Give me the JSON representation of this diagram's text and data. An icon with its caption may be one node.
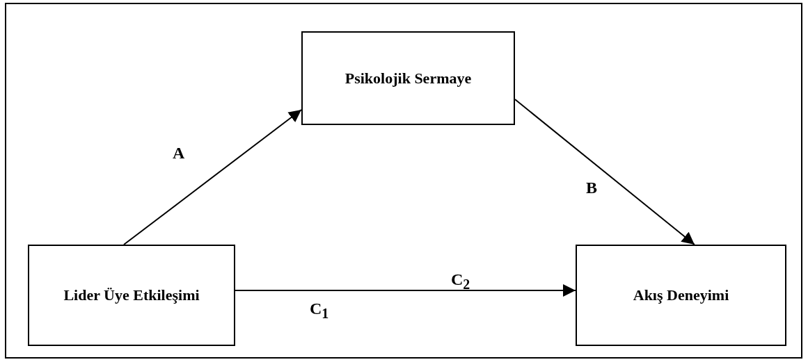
{
  "diagram": {
    "nodes": [
      {
        "text": [
          "Psikolojik Sermaye"
        ]
      },
      {
        "text": [
          "Lider Üye Etkileşimi"
        ]
      },
      {
        "text": [
          "Akış Deneyimi"
        ]
      }
    ],
    "edges": [
      {
        "from": 1,
        "to": 0,
        "arrow": "to",
        "label": "A"
      },
      {
        "from": 0,
        "to": 2,
        "arrow": "to",
        "label": "B"
      },
      {
        "from": 1,
        "to": 2,
        "arrow": "to",
        "label": "C$_{2}$"
      }
    ],
    "labels": [
      "C$_{1}$"
    ]
  }
}
